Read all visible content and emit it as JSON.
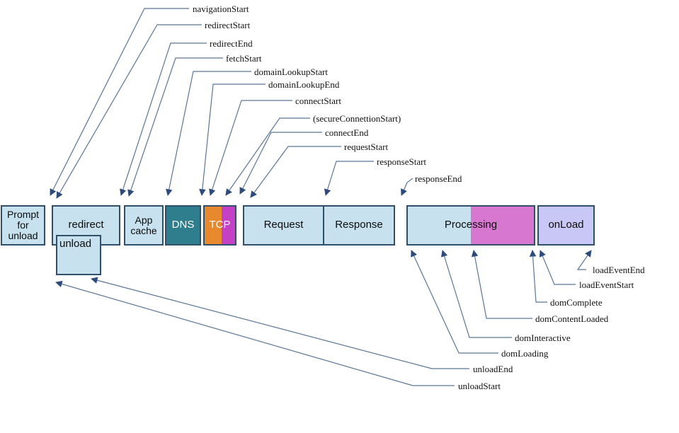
{
  "colors": {
    "box_fill": "#c7e2ee",
    "box_border": "#2f4f6b",
    "dns_fill": "#2e7e8e",
    "tcp_orange": "#e9892e",
    "tcp_magenta": "#c440c4",
    "processing_magenta": "#d877d0",
    "onload_fill": "#c9c7f6",
    "leader_line": "#5a7695",
    "arrow": "#2c4a7c"
  },
  "boxes": {
    "prompt_for_unload": "Prompt for unload",
    "redirect": "redirect",
    "unload": "unload",
    "app_cache": "App cache",
    "dns": "DNS",
    "tcp": "TCP",
    "request": "Request",
    "response": "Response",
    "processing": "Processing",
    "onload": "onLoad"
  },
  "events_top": [
    {
      "label": "navigationStart"
    },
    {
      "label": "redirectStart"
    },
    {
      "label": "redirectEnd"
    },
    {
      "label": "fetchStart"
    },
    {
      "label": "domainLookupStart"
    },
    {
      "label": "domainLookupEnd"
    },
    {
      "label": "connectStart"
    },
    {
      "label": "(secureConnettionStart)"
    },
    {
      "label": "connectEnd"
    },
    {
      "label": "requestStart"
    },
    {
      "label": "responseStart"
    },
    {
      "label": "responseEnd"
    }
  ],
  "events_bottom": [
    {
      "label": "loadEventEnd"
    },
    {
      "label": "loadEventStart"
    },
    {
      "label": "domComplete"
    },
    {
      "label": "domContentLoaded"
    },
    {
      "label": "domInteractive"
    },
    {
      "label": "domLoading"
    },
    {
      "label": "unloadEnd"
    },
    {
      "label": "unloadStart"
    }
  ]
}
